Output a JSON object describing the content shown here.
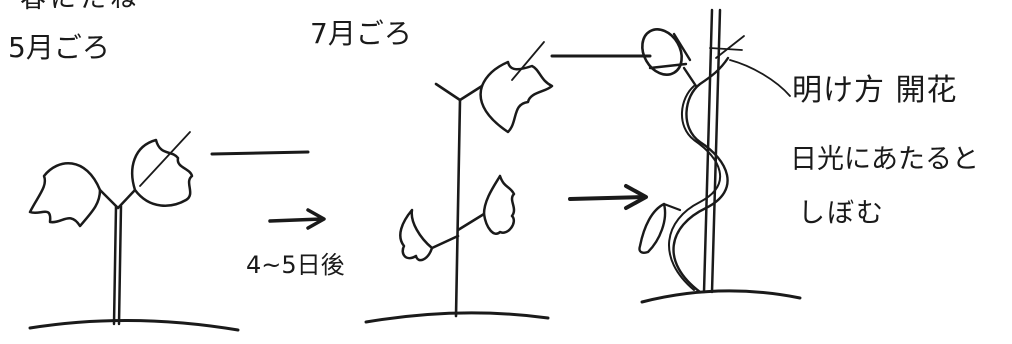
{
  "header": {
    "partial_top_text": "春にたね"
  },
  "stages": [
    {
      "label": "5月ごろ"
    },
    {
      "label": "7月ごろ"
    }
  ],
  "arrow_label": "4~5日後",
  "flower_notes": {
    "dawn": "明け方 開花",
    "sunlight": "日光にあたると",
    "wilt": "しぼむ"
  }
}
